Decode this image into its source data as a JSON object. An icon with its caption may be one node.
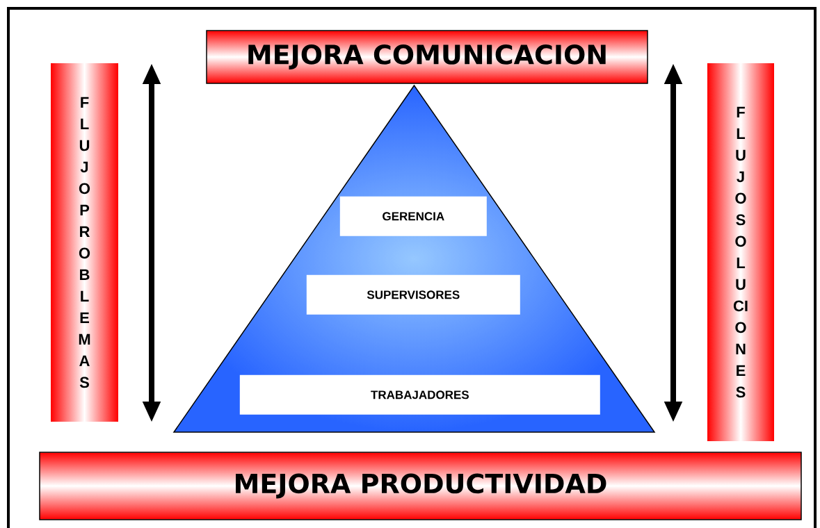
{
  "diagram": {
    "nodes": [
      {
        "text": [
          "MEJORA COMUNICACION"
        ]
      },
      {
        "text": [
          "FLUJO PROBLEMAS"
        ]
      },
      {
        "text": [
          "FLUJO SOLUCIONES"
        ]
      },
      {
        "text": [],
        "shape": "triangle"
      },
      {
        "text": [
          "GERENCIA"
        ],
        "in": 3
      },
      {
        "text": [
          "SUPERVISORES"
        ],
        "in": 3
      },
      {
        "text": [
          "TRABAJADORES"
        ],
        "in": 3
      },
      {
        "text": [
          "MEJORA PRODUCTIVIDAD"
        ]
      }
    ]
  }
}
